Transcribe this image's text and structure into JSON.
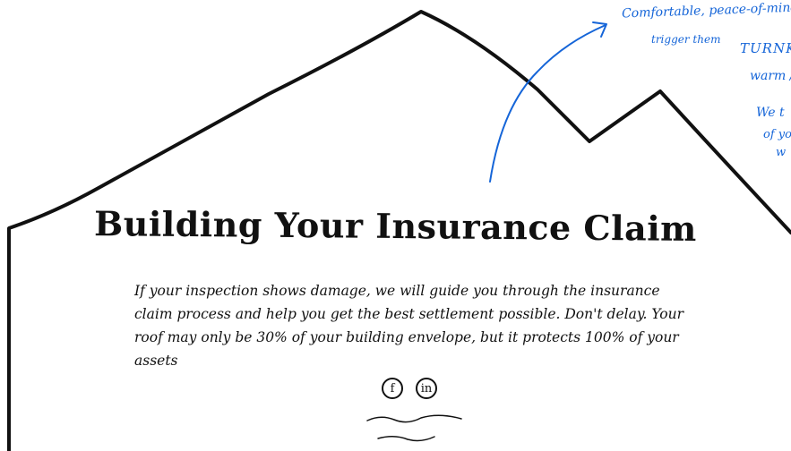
{
  "annotations": {
    "line1": "Comfortable, peace-of-mind",
    "line2": "trigger them",
    "line3": "TURNKE",
    "line4": "warm /",
    "line5": "We t",
    "line6": "of yo",
    "line7": "w"
  },
  "hero": {
    "title": "Building Your Insurance Claim",
    "body": "If your inspection shows damage, we will guide you through the insurance claim process and help you get the best settlement possible. Don't delay. Your roof may only be 30% of your building envelope, but it protects 100% of your assets"
  },
  "social": {
    "facebook_glyph": "f",
    "linkedin_glyph": "in"
  },
  "colors": {
    "ink": "#111111",
    "annotation_blue": "#1565d8"
  }
}
